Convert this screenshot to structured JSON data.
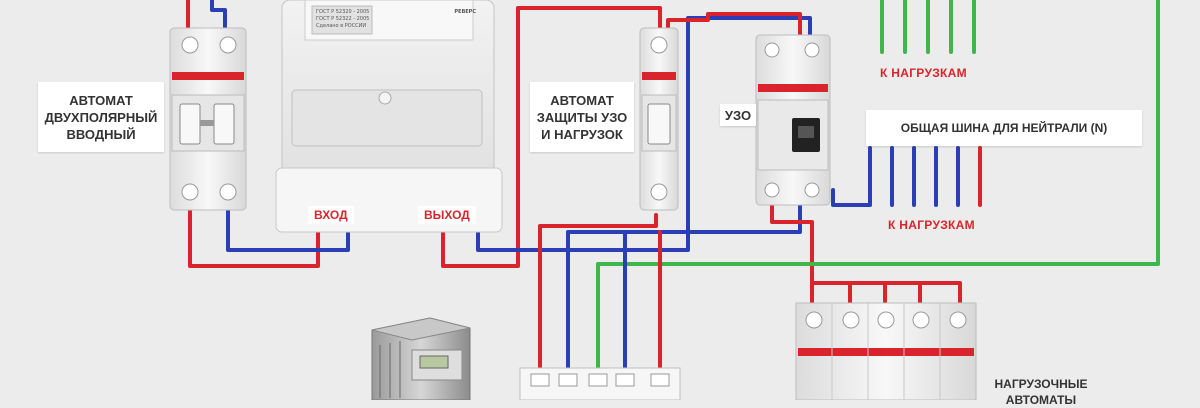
{
  "labels": {
    "input_breaker": [
      "АВТОМАТ",
      "ДВУХПОЛЯРНЫЙ",
      "ВВОДНЫЙ"
    ],
    "rcd_breaker": [
      "АВТОМАТ",
      "ЗАЩИТЫ УЗО",
      "И НАГРУЗОК"
    ],
    "rcd": "УЗО",
    "neutral_bus": "ОБЩАЯ ШИНА ДЛЯ НЕЙТРАЛИ (N)",
    "to_loads_top": "К НАГРУЗКАМ",
    "to_loads_mid": "К НАГРУЗКАМ",
    "meter_in": "ВХОД",
    "meter_out": "ВЫХОД",
    "load_breakers": [
      "НАГРУЗОЧНЫЕ",
      "АВТОМАТЫ"
    ]
  },
  "meter": {
    "brand": "РЕВЕРС",
    "spec_line1": "ГОСТ Р 52320 - 2005",
    "spec_line2": "ГОСТ Р 52322 - 2005",
    "made_in": "Сделано в РОССИИ"
  },
  "colors": {
    "phase": "#d9242b",
    "neutral": "#2a3fb5",
    "ground": "#3fb54a",
    "background": "#ececec",
    "device": "#f4f4f4",
    "stripe": "#d9242b"
  }
}
